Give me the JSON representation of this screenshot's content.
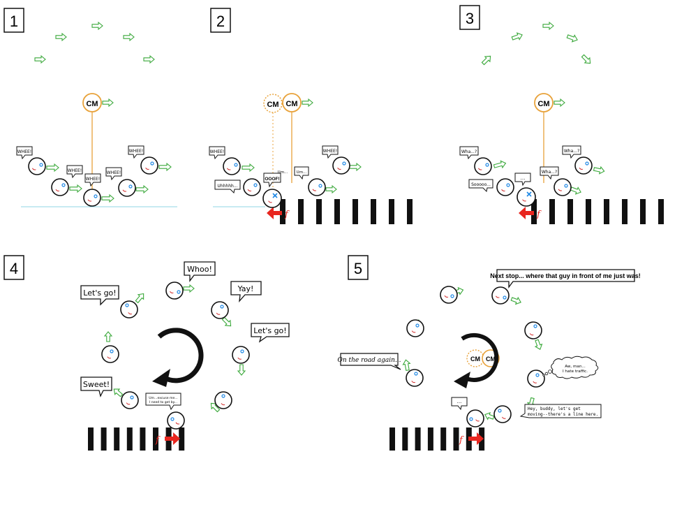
{
  "colors": {
    "arrow": "#3aa83a",
    "arrow_fill": "#ffffff",
    "cm_ring": "#e8a23a",
    "cm_line": "#e8a23a",
    "ground": "#8fd4e6",
    "eye": "#1e88e5",
    "mouth": "#d32f2f",
    "friction": "#e8261f",
    "ink": "#111111"
  },
  "panels": [
    {
      "number": "1"
    },
    {
      "number": "2"
    },
    {
      "number": "3"
    },
    {
      "number": "4"
    },
    {
      "number": "5"
    }
  ],
  "cm_label": "CM",
  "friction_label": "f",
  "bubbles": {
    "p1_whee_1": "WHEE!",
    "p1_whee_2": "WHEE!",
    "p1_whee_3": "WHEE!",
    "p1_whee_4": "WHEE!",
    "p1_whee_5": "WHEE!",
    "p2_whee_1": "WHEE!",
    "p2_whee_2": "WHEE!",
    "p2_uhh": "Uhhhhh...",
    "p2_oof": "OOOF!",
    "p2_um_1": "Um...",
    "p2_um_2": "Um...",
    "p3_wha_1": "Wha...?",
    "p3_wha_2": "Wha...?",
    "p3_wha_3": "Wha...?",
    "p3_sooo": "Sooooo...",
    "p3_dots": "...",
    "p4_letsgo_1": "Let's go!",
    "p4_whoo": "Whoo!",
    "p4_yay": "Yay!",
    "p4_letsgo_2": "Let's go!",
    "p4_sweet": "Sweet!",
    "p4_excuse_l1": "Um...excuse me...",
    "p4_excuse_l2": "I need to get by...",
    "p5_nextstop": "Next stop... where that guy in front of me just was!",
    "p5_road": "On the road again...",
    "p5_awman_l1": "Aw, man...",
    "p5_awman_l2": "I hate traffic.",
    "p5_hey_l1": "Hey, buddy, let's get",
    "p5_hey_l2": "moving--there's a line here.",
    "p5_dots": "..."
  }
}
